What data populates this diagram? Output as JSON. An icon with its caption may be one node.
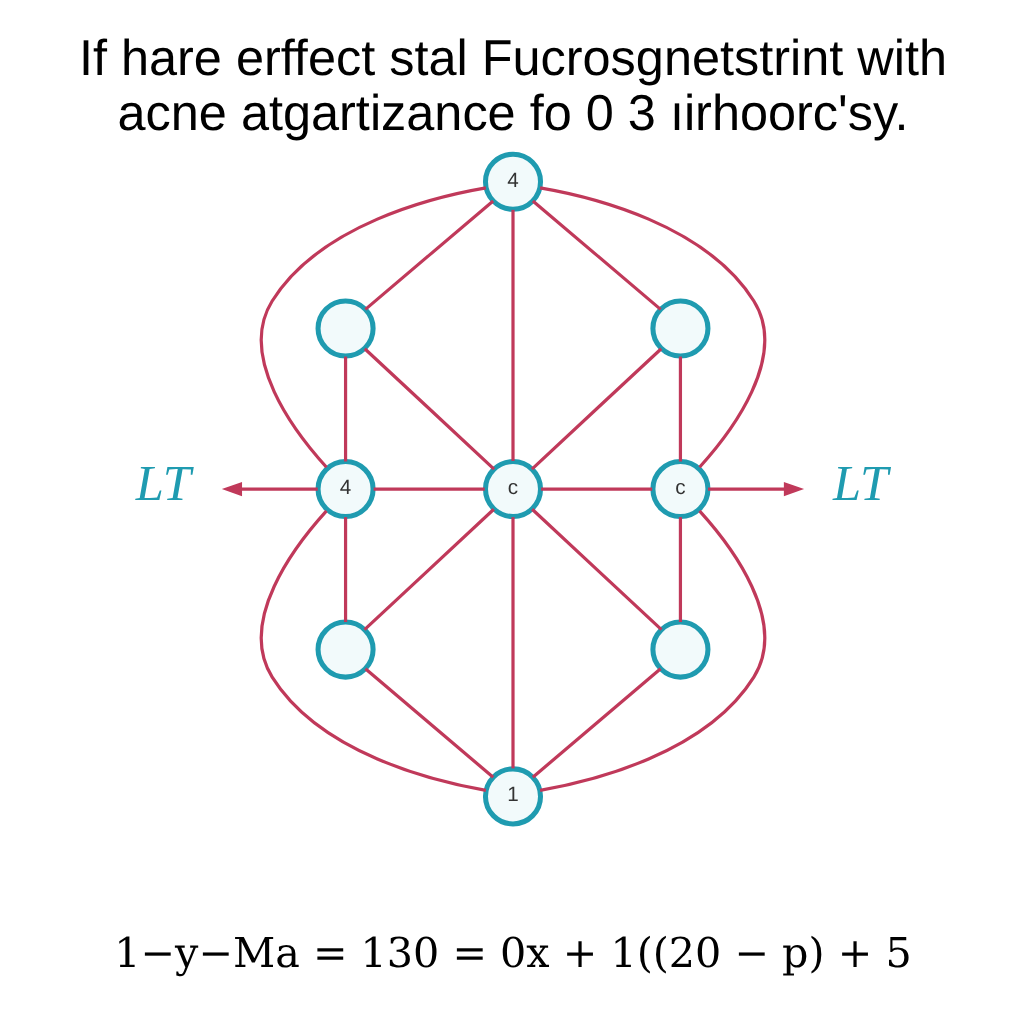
{
  "diagram": {
    "title": "If hare erffect stal Fucrosgnetstrint with acne atgartizance fo 0 3 ıirhoorc'sy.",
    "nodes": [
      {
        "text": [
          "4"
        ]
      },
      {
        "text": [],
        "shape": "circle"
      },
      {
        "text": [],
        "shape": "circle"
      },
      {
        "text": [
          "LT"
        ]
      },
      {
        "text": [
          "4"
        ]
      },
      {
        "text": [
          "c"
        ]
      },
      {
        "text": [
          "c"
        ]
      },
      {
        "text": [
          "LT"
        ]
      },
      {
        "text": [],
        "shape": "circle"
      },
      {
        "text": [],
        "shape": "circle"
      },
      {
        "text": [
          "1"
        ]
      }
    ],
    "edges": [
      {
        "from": 0,
        "to": 1,
        "arrow": "none"
      },
      {
        "from": 1,
        "to": 4,
        "arrow": "none"
      },
      {
        "from": 4,
        "to": 8,
        "arrow": "none"
      },
      {
        "from": 8,
        "to": 10,
        "arrow": "none"
      },
      {
        "from": 0,
        "to": 2,
        "arrow": "none"
      },
      {
        "from": 2,
        "to": 6,
        "arrow": "none"
      },
      {
        "from": 6,
        "to": 9,
        "arrow": "none"
      },
      {
        "from": 9,
        "to": 10,
        "arrow": "none"
      },
      {
        "from": 0,
        "to": 5,
        "arrow": "none"
      },
      {
        "from": 1,
        "to": 5,
        "arrow": "none"
      },
      {
        "from": 2,
        "to": 5,
        "arrow": "none"
      },
      {
        "from": 4,
        "to": 5,
        "arrow": "none"
      },
      {
        "from": 5,
        "to": 6,
        "arrow": "none"
      },
      {
        "from": 5,
        "to": 8,
        "arrow": "none"
      },
      {
        "from": 5,
        "to": 9,
        "arrow": "none"
      },
      {
        "from": 5,
        "to": 10,
        "arrow": "none"
      },
      {
        "from": 0,
        "to": 4,
        "arrow": "none"
      },
      {
        "from": 0,
        "to": 6,
        "arrow": "none"
      },
      {
        "from": 4,
        "to": 10,
        "arrow": "none"
      },
      {
        "from": 6,
        "to": 10,
        "arrow": "none"
      },
      {
        "from": 4,
        "to": 3,
        "arrow": "to"
      },
      {
        "from": 6,
        "to": 7,
        "arrow": "to"
      }
    ],
    "labels": [
      "1−y−Ma = 130 = 0x + 1((20 − p) + 5"
    ]
  }
}
